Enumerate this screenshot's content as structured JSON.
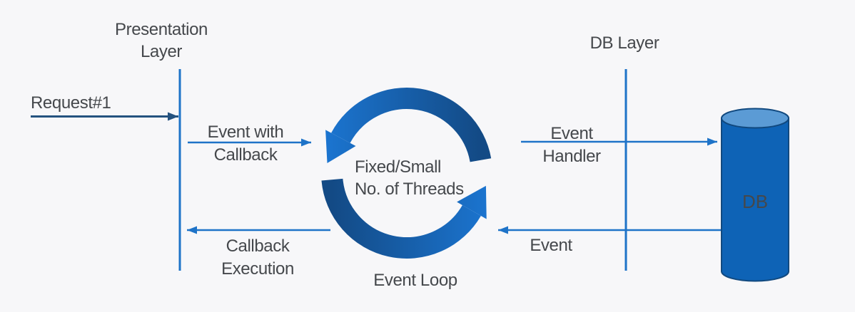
{
  "background": "#f7f7f9",
  "colors": {
    "text": "#45484c",
    "line_blue": "#1e73c8",
    "arrow_navy": "#24527f",
    "ring_dark": "#134a85",
    "ring_bright": "#1b74cf",
    "cylinder_body": "#0e63b6",
    "cylinder_top": "#5b9bd5",
    "cylinder_stroke": "#11497f",
    "db_text": "#ffffff"
  },
  "labels": {
    "presentation_layer": {
      "line1": "Presentation",
      "line2": "Layer"
    },
    "request": "Request#1",
    "event_with_callback": {
      "line1": "Event with",
      "line2": "Callback"
    },
    "threads": {
      "line1": "Fixed/Small",
      "line2": "No. of Threads"
    },
    "event_loop": "Event Loop",
    "callback_execution": {
      "line1": "Callback",
      "line2": "Execution"
    },
    "db_layer": "DB Layer",
    "event_handler": {
      "line1": "Event",
      "line2": "Handler"
    },
    "event": "Event",
    "db": "DB"
  }
}
